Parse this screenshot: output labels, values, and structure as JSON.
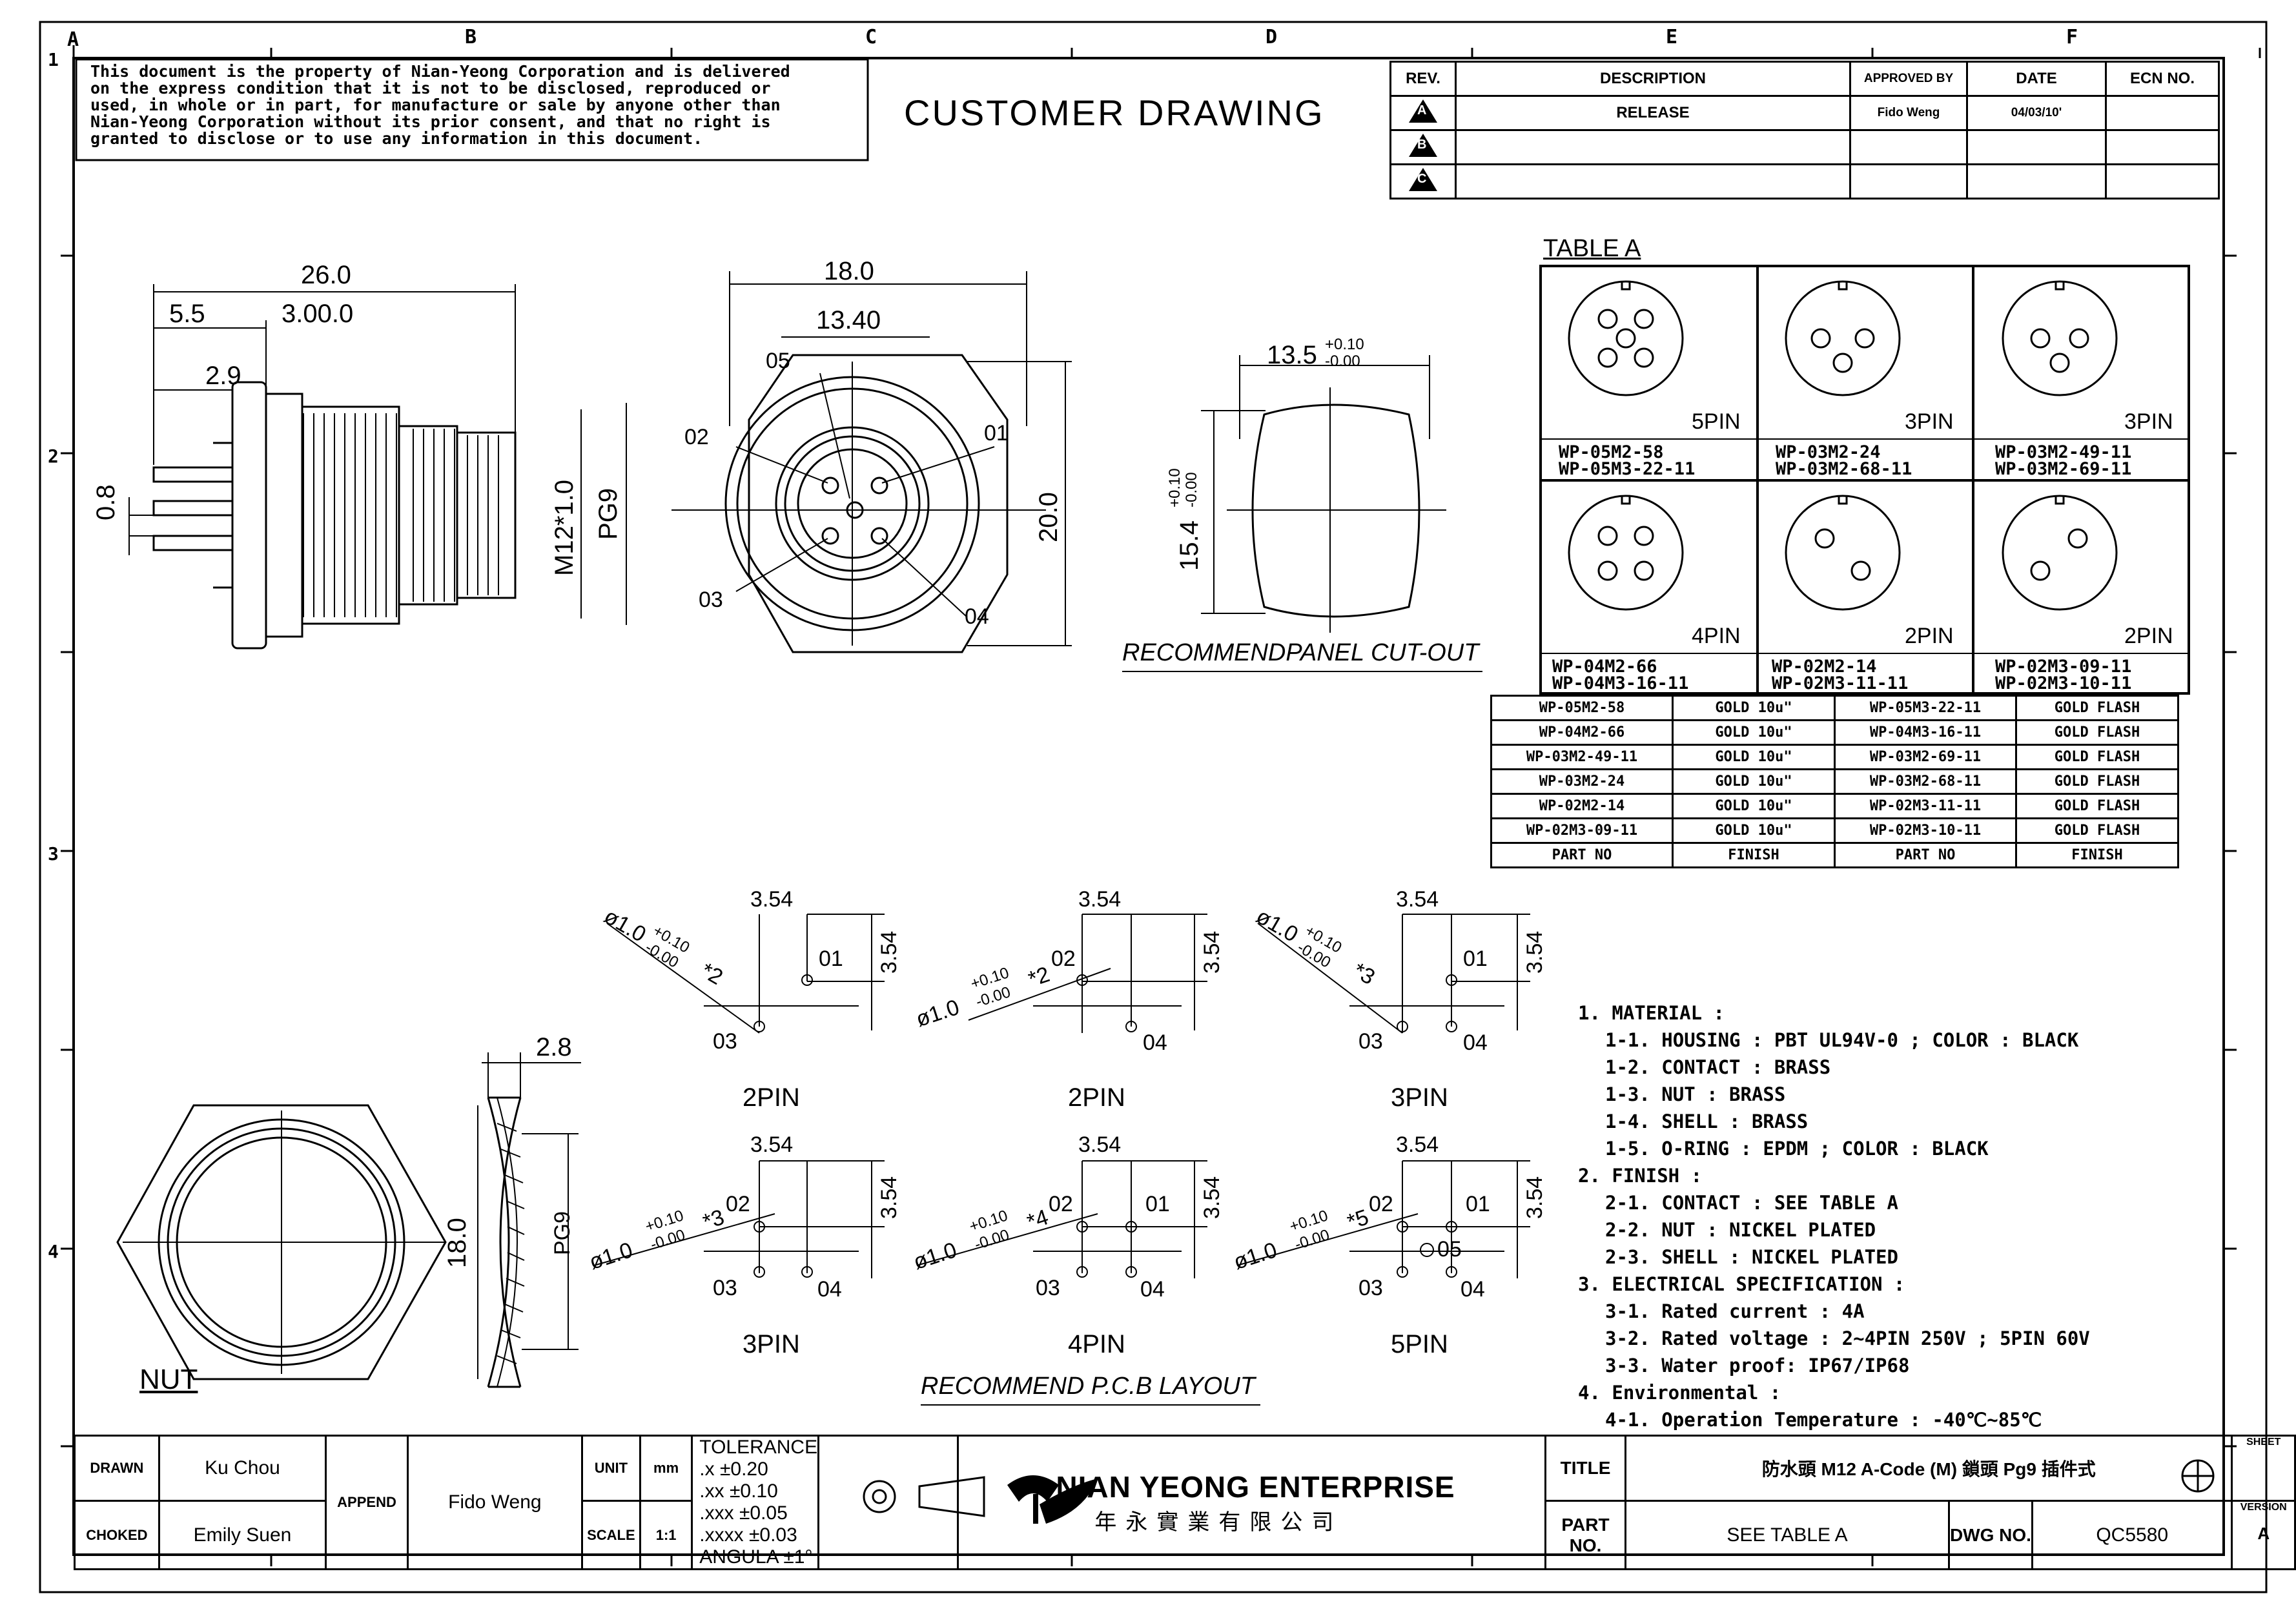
{
  "zones": {
    "letters": [
      "A",
      "B",
      "C",
      "D",
      "E",
      "F"
    ],
    "numbers": [
      "1",
      "2",
      "3",
      "4"
    ]
  },
  "notice": {
    "lines": [
      "This document is the property of Nian-Yeong Corporation and is delivered",
      "on  the  express condition that it is not to be disclosed, reproduced or",
      "used, in whole or in part, for manufacture or sale by anyone other than",
      "Nian-Yeong Corporation without  its prior consent, and that  no right  is",
      "granted to disclose or to use any information in this  document."
    ]
  },
  "drawing_title": "CUSTOMER  DRAWING",
  "revision_table": {
    "headers": [
      "REV.",
      "DESCRIPTION",
      "APPROVED BY",
      "DATE",
      "ECN NO."
    ],
    "rows": [
      {
        "rev": "A",
        "description": "RELEASE",
        "approved_by": "Fido Weng",
        "date": "04/03/10'",
        "ecn": ""
      },
      {
        "rev": "B",
        "description": "",
        "approved_by": "",
        "date": "",
        "ecn": ""
      },
      {
        "rev": "C",
        "description": "",
        "approved_by": "",
        "date": "",
        "ecn": ""
      }
    ]
  },
  "side_view": {
    "dim_overall": "26.0",
    "dim_front": "5.5",
    "dim_body": "3.00.0",
    "dim_pin": "2.9",
    "dim_pin_dia": "0.8",
    "dim_thread": "M12*1.0",
    "dim_pg": "PG9"
  },
  "front_view": {
    "dim_width": "18.0",
    "dim_inner": "13.40",
    "dim_height": "20.0",
    "pins": [
      "05",
      "02",
      "01",
      "03",
      "04"
    ]
  },
  "panel_cutout": {
    "dim_width": "13.5",
    "dim_width_tol_upper": "+0.10",
    "dim_width_tol_lower": "-0.00",
    "dim_height": "15.4",
    "dim_height_tol_upper": "+0.10",
    "dim_height_tol_lower": "-0.00",
    "caption": "RECOMMENDPANEL CUT-OUT"
  },
  "table_a": {
    "title": "TABLE A",
    "cells": [
      {
        "pins": "5PIN",
        "part_no": [
          "WP-05M2-58",
          "WP-05M3-22-11"
        ]
      },
      {
        "pins": "3PIN",
        "part_no": [
          "WP-03M2-24",
          "WP-03M2-68-11"
        ]
      },
      {
        "pins": "3PIN",
        "part_no": [
          "WP-03M2-49-11",
          "WP-03M2-69-11"
        ]
      },
      {
        "pins": "4PIN",
        "part_no": [
          "WP-04M2-66",
          "WP-04M3-16-11"
        ]
      },
      {
        "pins": "2PIN",
        "part_no": [
          "WP-02M2-14",
          "WP-02M3-11-11"
        ]
      },
      {
        "pins": "2PIN",
        "part_no": [
          "WP-02M3-09-11",
          "WP-02M3-10-11"
        ]
      }
    ]
  },
  "finish_table": {
    "rows": [
      [
        "WP-05M2-58",
        "GOLD 10u\"",
        "WP-05M3-22-11",
        "GOLD FLASH"
      ],
      [
        "WP-04M2-66",
        "GOLD 10u\"",
        "WP-04M3-16-11",
        "GOLD FLASH"
      ],
      [
        "WP-03M2-49-11",
        "GOLD 10u\"",
        "WP-03M2-69-11",
        "GOLD FLASH"
      ],
      [
        "WP-03M2-24",
        "GOLD 10u\"",
        "WP-03M2-68-11",
        "GOLD FLASH"
      ],
      [
        "WP-02M2-14",
        "GOLD 10u\"",
        "WP-02M3-11-11",
        "GOLD FLASH"
      ],
      [
        "WP-02M3-09-11",
        "GOLD 10u\"",
        "WP-02M3-10-11",
        "GOLD FLASH"
      ]
    ],
    "headers": [
      "PART NO",
      "FINISH",
      "PART NO",
      "FINISH"
    ]
  },
  "pcb_layouts": [
    {
      "label": "2PIN",
      "dia": "ø1.0",
      "tol_upper": "+0.10",
      "tol_lower": "-0.00",
      "count": "*2",
      "pitch_x": "3.54",
      "pitch_y": "3.54",
      "pins": [
        "01",
        "03"
      ]
    },
    {
      "label": "2PIN",
      "dia": "ø1.0",
      "tol_upper": "+0.10",
      "tol_lower": "-0.00",
      "count": "*2",
      "pitch_x": "3.54",
      "pitch_y": "3.54",
      "pins": [
        "02",
        "04"
      ]
    },
    {
      "label": "3PIN",
      "dia": "ø1.0",
      "tol_upper": "+0.10",
      "tol_lower": "-0.00",
      "count": "*3",
      "pitch_x": "3.54",
      "pitch_y": "3.54",
      "pins": [
        "01",
        "03",
        "04"
      ]
    },
    {
      "label": "3PIN",
      "dia": "ø1.0",
      "tol_upper": "+0.10",
      "tol_lower": "-0.00",
      "count": "*3",
      "pitch_x": "3.54",
      "pitch_y": "3.54",
      "pins": [
        "02",
        "03",
        "04"
      ]
    },
    {
      "label": "4PIN",
      "dia": "ø1.0",
      "tol_upper": "+0.10",
      "tol_lower": "-0.00",
      "count": "*4",
      "pitch_x": "3.54",
      "pitch_y": "3.54",
      "pins": [
        "02",
        "01",
        "03",
        "04"
      ]
    },
    {
      "label": "5PIN",
      "dia": "ø1.0",
      "tol_upper": "+0.10",
      "tol_lower": "-0.00",
      "count": "*5",
      "pitch_x": "3.54",
      "pitch_y": "3.54",
      "pins": [
        "02",
        "01",
        "05",
        "03",
        "04"
      ]
    }
  ],
  "pcb_caption": "RECOMMEND P.C.B LAYOUT",
  "nut": {
    "dim_thickness": "2.8",
    "dim_width": "18.0",
    "dim_thread": "PG9",
    "caption": "NUT"
  },
  "specs": [
    {
      "text": "1. MATERIAL :",
      "indent": false
    },
    {
      "text": "1-1. HOUSING : PBT UL94V-0 ; COLOR : BLACK",
      "indent": true
    },
    {
      "text": "1-2. CONTACT : BRASS",
      "indent": true
    },
    {
      "text": "1-3. NUT : BRASS",
      "indent": true
    },
    {
      "text": "1-4. SHELL : BRASS",
      "indent": true
    },
    {
      "text": "1-5. O-RING : EPDM ; COLOR : BLACK",
      "indent": true
    },
    {
      "text": "2. FINISH :",
      "indent": false
    },
    {
      "text": "2-1. CONTACT : SEE TABLE A",
      "indent": true
    },
    {
      "text": "2-2. NUT : NICKEL PLATED",
      "indent": true
    },
    {
      "text": "2-3. SHELL : NICKEL PLATED",
      "indent": true
    },
    {
      "text": "3. ELECTRICAL SPECIFICATION :",
      "indent": false
    },
    {
      "text": "3-1. Rated current : 4A",
      "indent": true
    },
    {
      "text": "3-2. Rated voltage : 2~4PIN 250V ; 5PIN 60V",
      "indent": true
    },
    {
      "text": "3-3. Water proof: IP67/IP68",
      "indent": true
    },
    {
      "text": "4. Environmental :",
      "indent": false
    },
    {
      "text": "4-1. Operation Temperature : -40℃~85℃",
      "indent": true
    }
  ],
  "title_block": {
    "drawn_label": "DRAWN",
    "drawn_value": "Ku Chou",
    "checked_label": "CHOKED",
    "checked_value": "Emily Suen",
    "append_label": "APPEND",
    "append_value": "Fido Weng",
    "unit_label": "UNIT",
    "unit_value": "mm",
    "scale_label": "SCALE",
    "scale_value": "1:1",
    "tolerance_label": "TOLERANCE",
    "tolerance_rows": [
      ".x      ±0.20",
      ".xx     ±0.10",
      ".xxx    ±0.05",
      ".xxxx   ±0.03",
      "ANGULA    ±1°"
    ],
    "company_en": "NIAN YEONG ENTERPRISE",
    "company_cn": "年永實業有限公司",
    "title_label": "TITLE",
    "title_value": "防水頭 M12 A-Code (M) 鎖頭 Pg9 插件式",
    "part_label": "PART NO.",
    "part_value": "SEE TABLE A",
    "dwg_label": "DWG NO.",
    "dwg_value": "QC5580",
    "sheet_label": "SHEET",
    "version_label": "VERSION",
    "version_value": "A"
  }
}
